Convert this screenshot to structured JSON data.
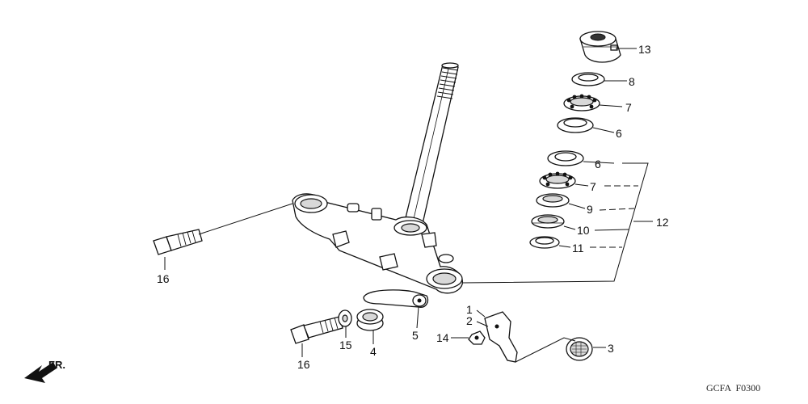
{
  "diagram": {
    "code": "GCFA  F0300",
    "front_marker": "FR.",
    "callouts": [
      {
        "id": "13",
        "text": "13"
      },
      {
        "id": "8",
        "text": "8"
      },
      {
        "id": "7a",
        "text": "7"
      },
      {
        "id": "6a",
        "text": "6"
      },
      {
        "id": "6b",
        "text": "6"
      },
      {
        "id": "7b",
        "text": "7"
      },
      {
        "id": "9",
        "text": "9"
      },
      {
        "id": "10",
        "text": "10"
      },
      {
        "id": "11",
        "text": "11"
      },
      {
        "id": "12",
        "text": "12"
      },
      {
        "id": "16a",
        "text": "16"
      },
      {
        "id": "16b",
        "text": "16"
      },
      {
        "id": "15",
        "text": "15"
      },
      {
        "id": "4",
        "text": "4"
      },
      {
        "id": "5",
        "text": "5"
      },
      {
        "id": "1",
        "text": "1"
      },
      {
        "id": "2",
        "text": "2"
      },
      {
        "id": "14",
        "text": "14"
      },
      {
        "id": "3",
        "text": "3"
      }
    ]
  }
}
